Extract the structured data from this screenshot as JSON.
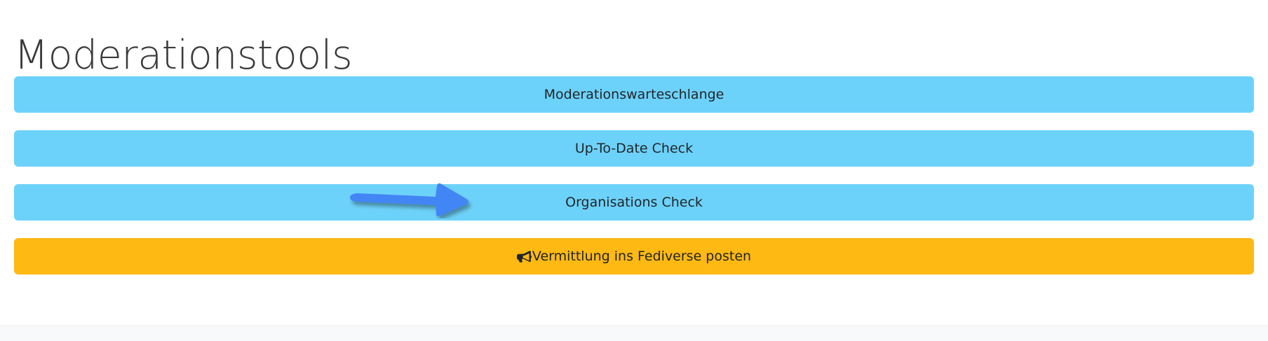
{
  "page": {
    "title": "Moderationstools",
    "background_color": "#ffffff",
    "title_color": "#3a3a3a",
    "footer_color": "#f8f9fa"
  },
  "buttons": [
    {
      "label": "Moderationswarteschlange",
      "style": "primary-info",
      "color": "#6dd2fa",
      "text_color": "#212529",
      "icon": null
    },
    {
      "label": "Up-To-Date Check",
      "style": "primary-info",
      "color": "#6dd2fa",
      "text_color": "#212529",
      "icon": null
    },
    {
      "label": "Organisations Check",
      "style": "primary-info",
      "color": "#6dd2fa",
      "text_color": "#212529",
      "icon": null
    },
    {
      "label": "Vermittlung ins Fediverse posten",
      "style": "warning",
      "color": "#ffb913",
      "text_color": "#212529",
      "icon": "bullhorn-icon"
    }
  ],
  "annotation": {
    "type": "arrow",
    "direction": "right",
    "color": "#4285f4",
    "points_at": "Organisations Check"
  }
}
